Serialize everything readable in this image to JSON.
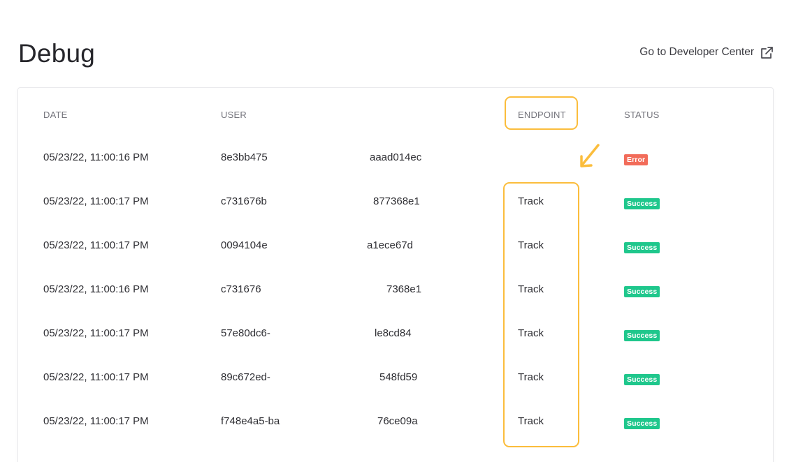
{
  "page": {
    "title": "Debug",
    "developer_link": "Go to Developer Center"
  },
  "table": {
    "headers": {
      "date": "DATE",
      "user": "USER",
      "endpoint": "ENDPOINT",
      "status": "STATUS"
    },
    "rows": [
      {
        "date": "05/23/22, 11:00:16 PM",
        "user": "8e3bb475",
        "extra": "aaad014ec",
        "endpoint": "",
        "status": "Error"
      },
      {
        "date": "05/23/22, 11:00:17 PM",
        "user": "c731676b",
        "extra": "877368e1",
        "endpoint": "Track",
        "status": "Success"
      },
      {
        "date": "05/23/22, 11:00:17 PM",
        "user": "0094104e",
        "extra": "a1ece67d",
        "endpoint": "Track",
        "status": "Success"
      },
      {
        "date": "05/23/22, 11:00:16 PM",
        "user": "c731676",
        "extra": "7368e1",
        "endpoint": "Track",
        "status": "Success"
      },
      {
        "date": "05/23/22, 11:00:17 PM",
        "user": "57e80dc6-",
        "extra": "le8cd84",
        "endpoint": "Track",
        "status": "Success"
      },
      {
        "date": "05/23/22, 11:00:17 PM",
        "user": "89c672ed-",
        "extra": "548fd59",
        "endpoint": "Track",
        "status": "Success"
      },
      {
        "date": "05/23/22, 11:00:17 PM",
        "user": "f748e4a5-ba",
        "extra": "76ce09a",
        "endpoint": "Track",
        "status": "Success"
      }
    ]
  },
  "colors": {
    "error_badge": "#f26c5a",
    "success_badge": "#1fc78c",
    "highlight": "#fbbd3c"
  },
  "icons": {
    "developer_link": "external-link-icon",
    "annotation": "arrow-icon"
  }
}
